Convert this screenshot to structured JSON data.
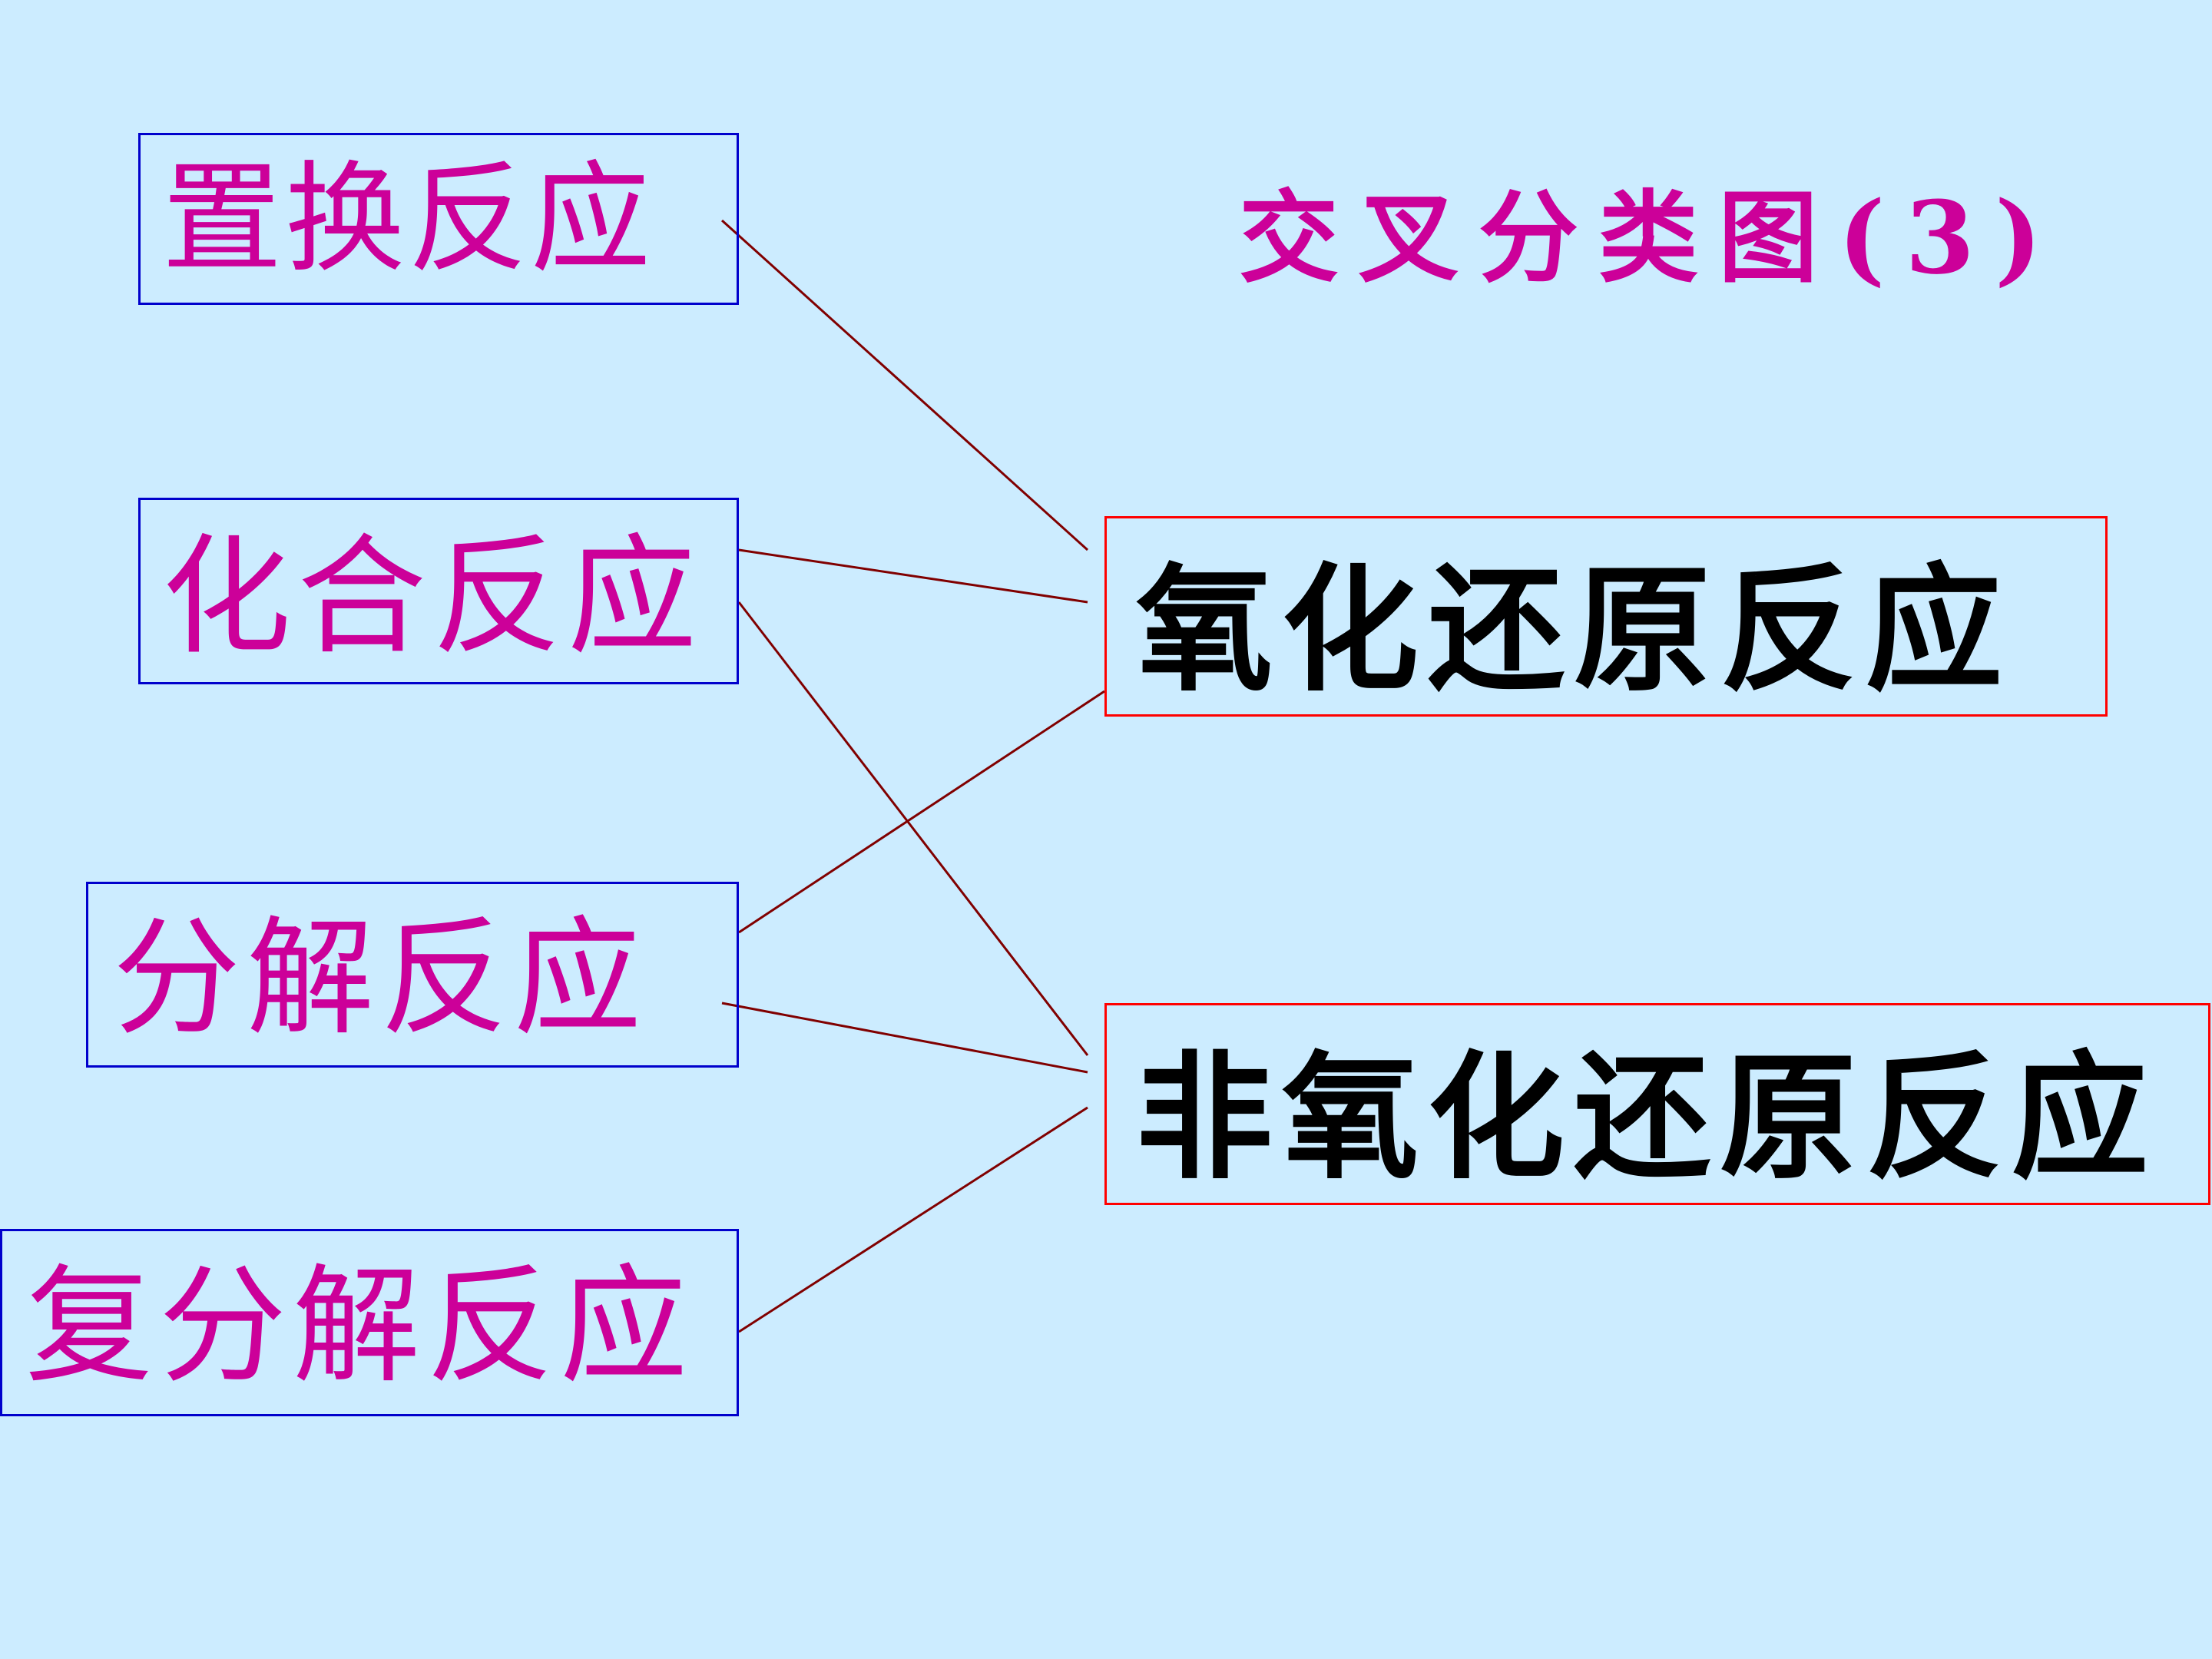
{
  "title": "交叉分类图(3)",
  "reaction_types": [
    {
      "label": "置换反应"
    },
    {
      "label": "化合反应"
    },
    {
      "label": "分解反应"
    },
    {
      "label": "复分解反应"
    }
  ],
  "categories": [
    {
      "label": "氧化还原反应"
    },
    {
      "label": "非氧化还原反应"
    }
  ],
  "connections": [
    [
      0,
      0
    ],
    [
      1,
      0
    ],
    [
      1,
      1
    ],
    [
      2,
      0
    ],
    [
      2,
      1
    ],
    [
      3,
      1
    ]
  ],
  "colors": {
    "background": "#CCECFF",
    "title": "#CC0099",
    "reaction_text": "#CC0099",
    "reaction_border": "#0000CC",
    "category_text": "#000000",
    "category_border": "#FF0000",
    "connector": "#800000"
  }
}
